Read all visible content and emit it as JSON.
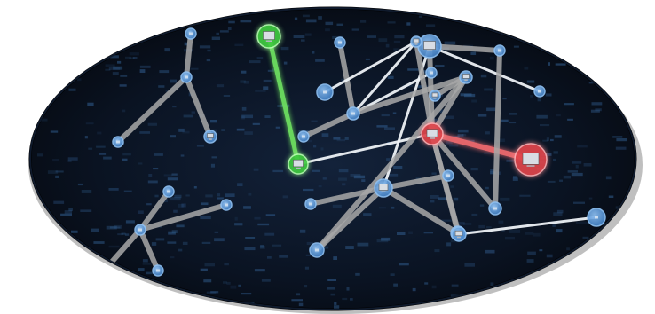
{
  "colors": {
    "background": "#ffffff",
    "ellipse_dark": "#0a1322",
    "ellipse_mid": "#13223a",
    "ellipse_rim": "#05080e",
    "node_blue": "#3f7ec4",
    "node_blue_light": "#8ec0f2",
    "node_green": "#3fca3f",
    "node_red": "#e0444c",
    "edge_gray": "#a8a8a8",
    "edge_white": "#eef2f6",
    "edge_green": "#6ee060",
    "edge_red": "#f06a6e",
    "noise_blue": "#2f5a8a"
  },
  "nodes": [
    {
      "id": "n1",
      "state": "normal",
      "icon": "small"
    },
    {
      "id": "n2",
      "state": "normal",
      "icon": "small"
    },
    {
      "id": "n3",
      "state": "normal",
      "icon": "small"
    },
    {
      "id": "n4",
      "state": "normal",
      "icon": "computer-icon"
    },
    {
      "id": "n5",
      "state": "selected-green",
      "icon": "computer-icon"
    },
    {
      "id": "n6",
      "state": "selected-green",
      "icon": "computer-icon"
    },
    {
      "id": "n7",
      "state": "normal",
      "icon": "small"
    },
    {
      "id": "n8",
      "state": "normal",
      "icon": "small"
    },
    {
      "id": "n9",
      "state": "normal",
      "icon": "small"
    },
    {
      "id": "n10",
      "state": "normal",
      "icon": "computer-icon"
    },
    {
      "id": "n11",
      "state": "normal",
      "icon": "small"
    },
    {
      "id": "n12",
      "state": "normal",
      "icon": "small"
    },
    {
      "id": "n13",
      "state": "normal",
      "icon": "computer-icon"
    },
    {
      "id": "n14",
      "state": "normal",
      "icon": "small"
    },
    {
      "id": "n15",
      "state": "normal",
      "icon": "small"
    },
    {
      "id": "n16",
      "state": "normal",
      "icon": "computer-icon"
    },
    {
      "id": "n17",
      "state": "normal",
      "icon": "small"
    },
    {
      "id": "n18",
      "state": "normal",
      "icon": "computer-icon"
    },
    {
      "id": "n19",
      "state": "normal",
      "icon": "small"
    },
    {
      "id": "n20",
      "state": "normal",
      "icon": "small"
    },
    {
      "id": "n21",
      "state": "alert-red",
      "icon": "computer-icon"
    },
    {
      "id": "n22",
      "state": "alert-red",
      "icon": "computer-icon"
    },
    {
      "id": "n23",
      "state": "normal",
      "icon": "small"
    },
    {
      "id": "n24",
      "state": "normal",
      "icon": "small"
    },
    {
      "id": "n25",
      "state": "normal",
      "icon": "small"
    },
    {
      "id": "n26",
      "state": "normal",
      "icon": "small"
    },
    {
      "id": "n27",
      "state": "normal",
      "icon": "small"
    },
    {
      "id": "n28",
      "state": "normal",
      "icon": "small"
    },
    {
      "id": "n29",
      "state": "normal",
      "icon": "computer-icon"
    },
    {
      "id": "n30",
      "state": "normal",
      "icon": "small"
    },
    {
      "id": "n31",
      "state": "normal",
      "icon": "computer-icon"
    }
  ],
  "edges": [
    {
      "from": "n1",
      "to": "n2",
      "style": "gray"
    },
    {
      "from": "n2",
      "to": "n3",
      "style": "gray"
    },
    {
      "from": "n2",
      "to": "n4",
      "style": "gray"
    },
    {
      "from": "n5",
      "to": "n6",
      "style": "green"
    },
    {
      "from": "n6",
      "to": "n21",
      "style": "white"
    },
    {
      "from": "n10",
      "to": "n16",
      "style": "white"
    },
    {
      "from": "n8",
      "to": "n11",
      "style": "gray"
    },
    {
      "from": "n11",
      "to": "n12",
      "style": "gray"
    },
    {
      "from": "n11",
      "to": "n13",
      "style": "white"
    },
    {
      "from": "n11",
      "to": "n14",
      "style": "white"
    },
    {
      "from": "n13",
      "to": "n9",
      "style": "white"
    },
    {
      "from": "n11",
      "to": "n18",
      "style": "gray"
    },
    {
      "from": "n18",
      "to": "n31",
      "style": "gray"
    },
    {
      "from": "n18",
      "to": "n25",
      "style": "gray"
    },
    {
      "from": "n16",
      "to": "n25",
      "style": "gray"
    },
    {
      "from": "n16",
      "to": "n15",
      "style": "gray"
    },
    {
      "from": "n16",
      "to": "n23",
      "style": "gray"
    },
    {
      "from": "n16",
      "to": "n26",
      "style": "gray"
    },
    {
      "from": "n21",
      "to": "n26",
      "style": "gray"
    },
    {
      "from": "n21",
      "to": "n13",
      "style": "gray"
    },
    {
      "from": "n21",
      "to": "n10",
      "style": "gray"
    },
    {
      "from": "n21",
      "to": "n18",
      "style": "gray"
    },
    {
      "from": "n21",
      "to": "n22",
      "style": "red"
    },
    {
      "from": "n21",
      "to": "n24",
      "style": "gray"
    },
    {
      "from": "n21",
      "to": "n29",
      "style": "gray"
    },
    {
      "from": "n29",
      "to": "n30",
      "style": "white"
    },
    {
      "from": "n10",
      "to": "n19",
      "style": "gray"
    },
    {
      "from": "n10",
      "to": "n20",
      "style": "white"
    },
    {
      "from": "n19",
      "to": "n24",
      "style": "gray"
    },
    {
      "from": "n27",
      "to": "n28",
      "style": "gray"
    },
    {
      "from": "n27",
      "to": "n7",
      "style": "gray"
    },
    {
      "from": "n27",
      "to": "n17",
      "style": "gray"
    },
    {
      "from": "n27",
      "to": "n32",
      "style": "gray"
    }
  ]
}
